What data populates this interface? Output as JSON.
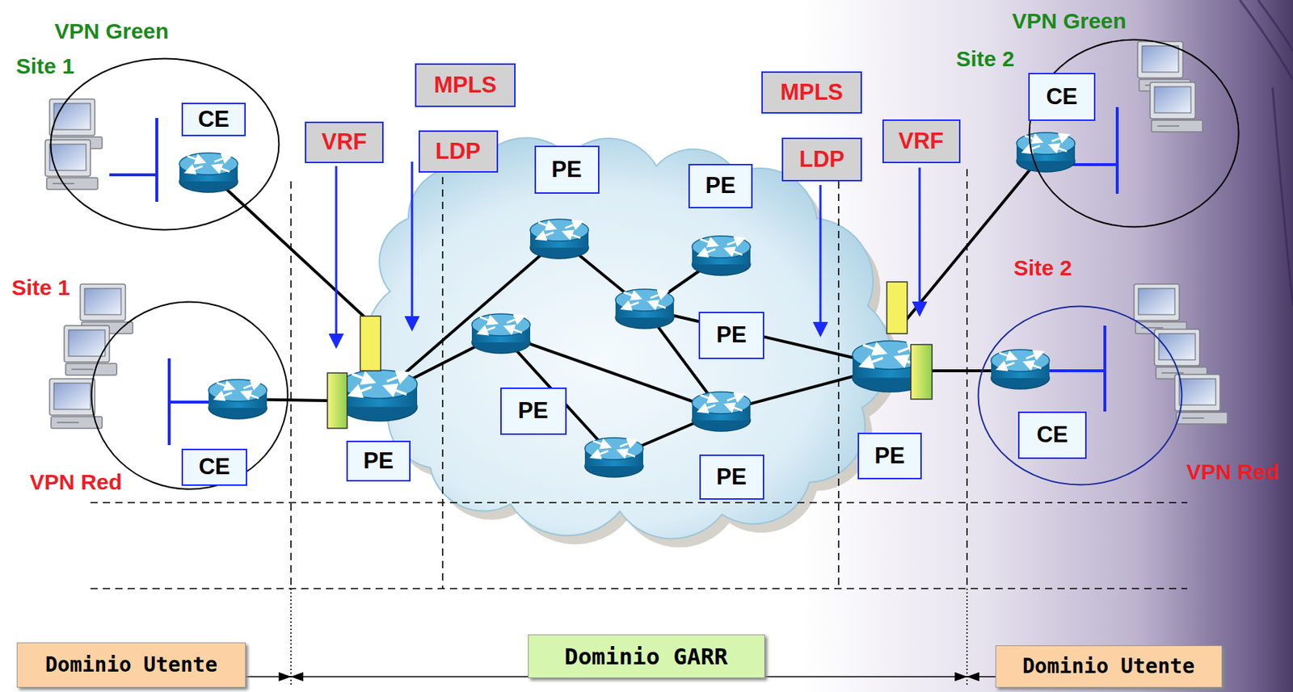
{
  "diagram": {
    "nodes": [
      {
        "text": [
          "VPN Green",
          "Site 1"
        ]
      },
      {
        "text": [
          "CE"
        ],
        "in": 0
      },
      {
        "text": [
          "MPLS"
        ]
      },
      {
        "text": [
          "VRF"
        ]
      },
      {
        "text": [
          "LDP"
        ]
      },
      {
        "text": [
          "PE"
        ]
      },
      {
        "text": [
          "PE"
        ]
      },
      {
        "text": [
          "VPN Green",
          "Site 2"
        ]
      },
      {
        "text": [
          "CE"
        ],
        "in": 7
      },
      {
        "text": [
          "MPLS"
        ]
      },
      {
        "text": [
          "VRF"
        ]
      },
      {
        "text": [
          "LDP"
        ]
      },
      {
        "text": [
          "Site 1",
          "VPN Red"
        ]
      },
      {
        "text": [
          "CE"
        ],
        "in": 12
      },
      {
        "text": [
          "Site 2",
          "VPN Red"
        ]
      },
      {
        "text": [
          "CE"
        ],
        "in": 14
      },
      {
        "text": [
          "PE"
        ]
      },
      {
        "text": [
          "PE"
        ]
      },
      {
        "text": [
          "PE"
        ]
      },
      {
        "text": [
          "PE"
        ]
      },
      {
        "text": [
          "PE"
        ]
      },
      {
        "text": [
          "Dominio Utente"
        ]
      },
      {
        "text": [
          "Dominio GARR"
        ]
      },
      {
        "text": [
          "Dominio Utente"
        ]
      }
    ]
  }
}
